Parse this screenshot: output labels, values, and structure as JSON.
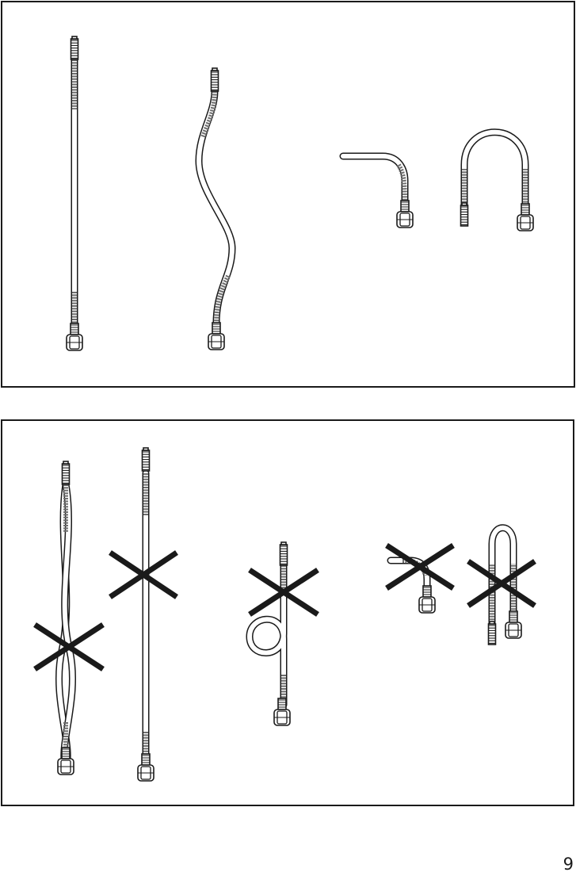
{
  "page": {
    "page_number": "9"
  },
  "illustrations": {
    "correct_panel": {
      "hoses": [
        {
          "shape": "straight"
        },
        {
          "shape": "gentle-s-curve"
        },
        {
          "shape": "right-angle-bend"
        },
        {
          "shape": "u-bend"
        }
      ]
    },
    "incorrect_panel": {
      "marker_icon": "cross-mark-icon",
      "hoses": [
        {
          "shape": "twisted"
        },
        {
          "shape": "overstretched"
        },
        {
          "shape": "looped"
        },
        {
          "shape": "kinked-bend"
        },
        {
          "shape": "tight-u-bend"
        }
      ]
    }
  },
  "colors": {
    "line": "#1a1a1a",
    "braid": "#6e6e6e",
    "background": "#ffffff"
  }
}
